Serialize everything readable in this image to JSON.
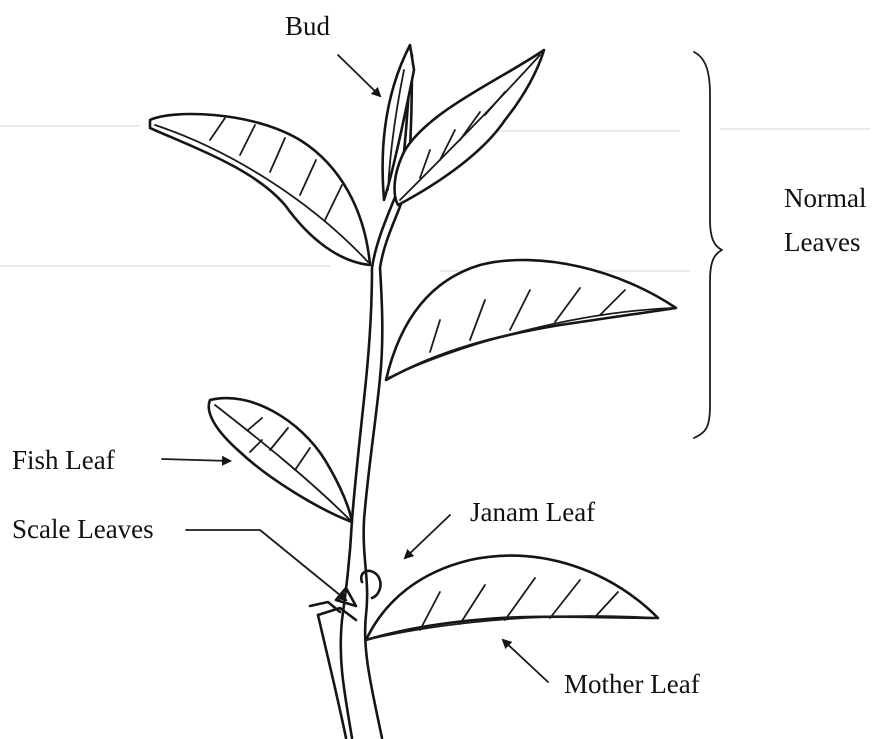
{
  "labels": {
    "bud": "Bud",
    "normal_leaves_line1": "Normal",
    "normal_leaves_line2": "Leaves",
    "fish_leaf": "Fish Leaf",
    "scale_leaves": "Scale Leaves",
    "janam_leaf": "Janam Leaf",
    "mother_leaf": "Mother Leaf"
  },
  "colors": {
    "ink": "#151515",
    "background": "#ffffff"
  }
}
